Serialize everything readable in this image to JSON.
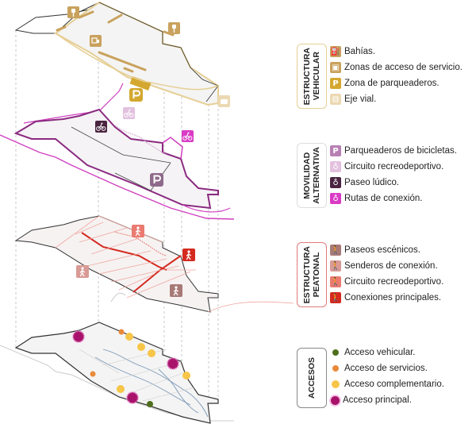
{
  "legend": {
    "vehicular": {
      "title": "ESTRUCTURA\nVEHICULAR",
      "border_color": "#e6cf95",
      "items": [
        {
          "label": "Bahías.",
          "icon": "parking-meter-icon",
          "color": "#c9a25d",
          "glyph": "⛽"
        },
        {
          "label": "Zonas de acceso de servicio.",
          "icon": "truck-icon",
          "color": "#c9a25d",
          "glyph": "▣"
        },
        {
          "label": "Zona de parqueaderos.",
          "icon": "parking-icon",
          "color": "#d4a830",
          "glyph": "P"
        },
        {
          "label": "Eje vial.",
          "icon": "car-icon",
          "color": "#ecd9b3",
          "glyph": "⊟"
        }
      ]
    },
    "movilidad": {
      "title": "MOVILIDAD\nALTERNATIVA",
      "border_color": "#dddddd",
      "items": [
        {
          "label": "Parqueaderos de bicicletas.",
          "icon": "parking-icon",
          "color": "#b780b4",
          "glyph": "P"
        },
        {
          "label": "Circuito recreodeportivo.",
          "icon": "bicycle-icon",
          "color": "#e2c0de",
          "glyph": "♁"
        },
        {
          "label": "Paseo lúdico.",
          "icon": "bicycle-icon",
          "color": "#4a2440",
          "glyph": "♁"
        },
        {
          "label": "Rutas de conexión.",
          "icon": "bicycle-icon",
          "color": "#d93bc5",
          "glyph": "♁"
        }
      ]
    },
    "peatonal": {
      "title": "ESTRUCTURA\nPEATONAL",
      "border_color": "#e07a7a",
      "items": [
        {
          "label": "Paseos escénicos.",
          "icon": "hiker-icon",
          "color": "#a87a76",
          "glyph": "🚶"
        },
        {
          "label": "Senderos de conexión.",
          "icon": "pedestrian-icon",
          "color": "#d99a96",
          "glyph": "🚶"
        },
        {
          "label": "Circuito recreodeportivo.",
          "icon": "pedestrian-icon",
          "color": "#ea7b70",
          "glyph": "🚶"
        },
        {
          "label": "Conexiones principales.",
          "icon": "pedestrian-icon",
          "color": "#d42a20",
          "glyph": "🚶"
        }
      ]
    },
    "accesos": {
      "title": "ACCESOS",
      "border_color": "#888888",
      "items": [
        {
          "label": "Acceso vehicular.",
          "color": "#4e6e1d",
          "big": false
        },
        {
          "label": "Acceso de servicios.",
          "color": "#e98a3a",
          "big": false
        },
        {
          "label": "Acceso complementario.",
          "color": "#f7c548",
          "big": false
        },
        {
          "label": "Acceso principal.",
          "color": "#a8126a",
          "big": true
        }
      ]
    }
  },
  "colors": {
    "outline": "#333333",
    "vehicular": "#e6cf95",
    "vehicular_dark": "#c9a25d",
    "movilidad": "#8b2a80",
    "movilidad_route": "#d040c0",
    "peatonal": "#e05a50",
    "peatonal_light": "#f0a8a0",
    "water": "#7a98b8",
    "guide": "#bbbbbb"
  }
}
